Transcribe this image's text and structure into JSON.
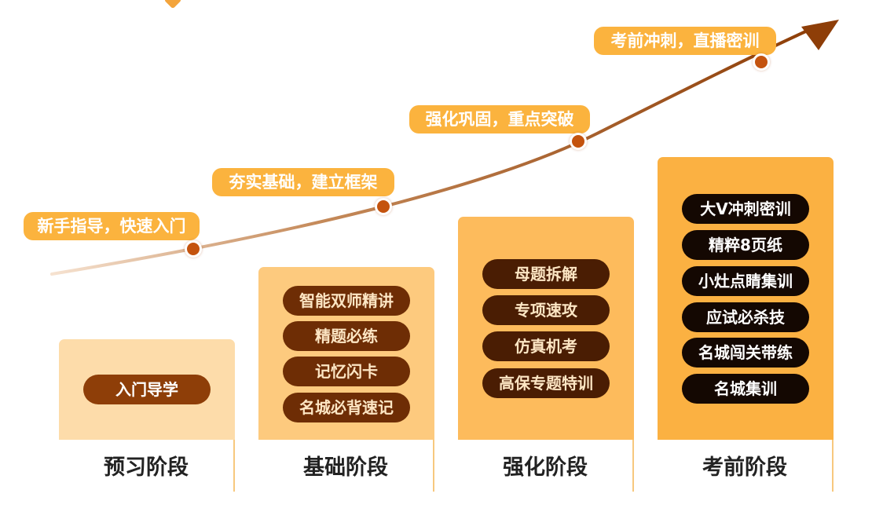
{
  "milestones": [
    "新手指导，快速入门",
    "夯实基础，建立框架",
    "强化巩固，重点突破",
    "考前冲刺，直播密训"
  ],
  "stages": [
    {
      "title": "预习阶段",
      "color": "#fddcaa",
      "items": [
        "入门导学"
      ]
    },
    {
      "title": "基础阶段",
      "color": "#fdca7e",
      "items": [
        "智能双师精讲",
        "精题必练",
        "记忆闪卡",
        "名城必背速记"
      ]
    },
    {
      "title": "强化阶段",
      "color": "#fdbb5c",
      "items": [
        "母题拆解",
        "专项速攻",
        "仿真机考",
        "高保专题特训"
      ]
    },
    {
      "title": "考前阶段",
      "color": "#fbb142",
      "items": [
        "大V冲刺密训",
        "精粹8页纸",
        "小灶点睛集训",
        "应试必杀技",
        "名城闯关带练",
        "名城集训"
      ]
    }
  ],
  "colors": {
    "curve_start": "#f6e0cc",
    "curve_end": "#8e3e08",
    "dot": "#c4530e",
    "label_bg": "#fbb33e"
  }
}
